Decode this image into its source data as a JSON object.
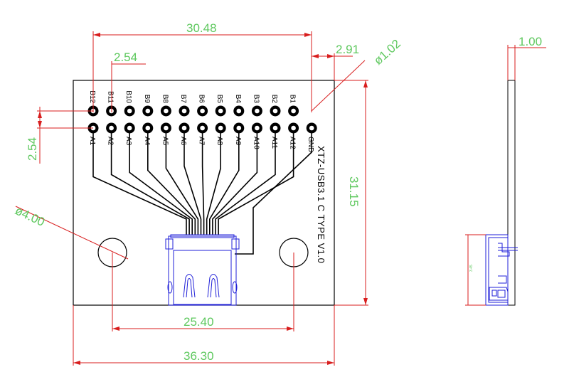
{
  "dimensions": {
    "board_width": "36.30",
    "pin_row_span": "30.48",
    "pin_pitch_h": "2.54",
    "pin_pitch_v": "2.54",
    "edge_offset": "2.91",
    "hole_diameter": "ø1.02",
    "mount_hole_diameter": "ø4.00",
    "mount_hole_spacing": "25.40",
    "board_height": "31.15",
    "board_thickness": "1.00",
    "side_small": "3.45"
  },
  "pins_top": [
    "B12",
    "B11",
    "B10",
    "B9",
    "B8",
    "B7",
    "B6",
    "B5",
    "B4",
    "B3",
    "B2",
    "B1"
  ],
  "pins_bottom": [
    "A1",
    "A2",
    "A3",
    "A4",
    "A5",
    "A6",
    "A7",
    "A8",
    "A9",
    "A10",
    "A11",
    "A12",
    "GND"
  ],
  "board_label": "XTZ-USB3.1 C TYPE V1.0",
  "colors": {
    "dimension_line": "#d81e1e",
    "dimension_text": "#5ec85e",
    "connector_outline": "#1f1fd8"
  }
}
